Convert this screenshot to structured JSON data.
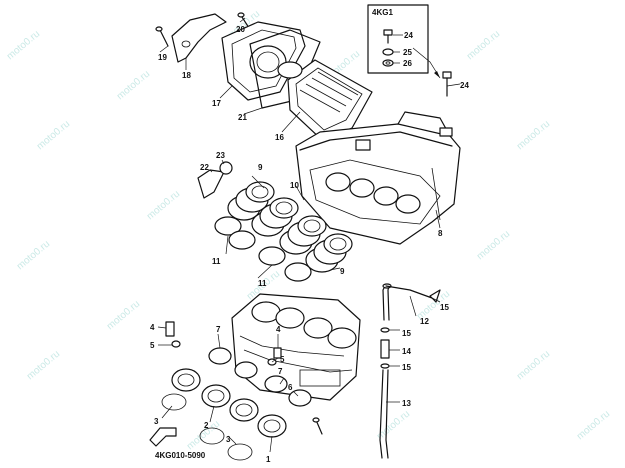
{
  "watermark": "moto0.ru",
  "inset_box": {
    "title": "4KG1",
    "labels": [
      "24",
      "25",
      "26"
    ]
  },
  "figure_code": "4KG010-5090",
  "callouts": {
    "c19": "19",
    "c18": "18",
    "c20": "20",
    "c17": "17",
    "c21": "21",
    "c16": "16",
    "c24": "24",
    "c8": "8",
    "c9a": "9",
    "c23": "23",
    "c22": "22",
    "c10": "10",
    "c11a": "11",
    "c11b": "11",
    "c9b": "9",
    "c15a": "15",
    "c12": "12",
    "c15b": "15",
    "c14": "14",
    "c15c": "15",
    "c13": "13",
    "c4a": "4",
    "c5a": "5",
    "c7a": "7",
    "c4b": "4",
    "c5b": "5",
    "c7b": "7",
    "c6": "6",
    "c3a": "3",
    "c2": "2",
    "c3b": "3",
    "c1": "1"
  },
  "colors": {
    "line": "#111111",
    "watermark": "#9fd8d3",
    "background": "#ffffff"
  }
}
